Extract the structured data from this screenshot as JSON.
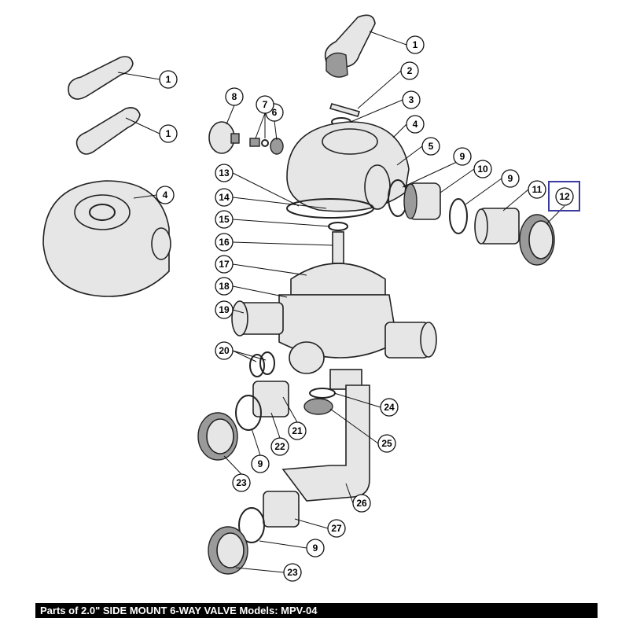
{
  "caption": "Parts of 2.0\" SIDE MOUNT 6-WAY VALVE Models: MPV-04",
  "highlight_color": "#3a3aa0",
  "callouts": {
    "c1a": "1",
    "c2": "2",
    "c3": "3",
    "c4a": "4",
    "c5": "5",
    "c6": "6",
    "c7": "7",
    "c8": "8",
    "c9a": "9",
    "c10": "10",
    "c9b": "9",
    "c11": "11",
    "c12": "12",
    "c1b": "1",
    "c1c": "1",
    "c4b": "4",
    "c13": "13",
    "c14": "14",
    "c15": "15",
    "c16": "16",
    "c17": "17",
    "c18": "18",
    "c19": "19",
    "c20": "20",
    "c21": "21",
    "c22": "22",
    "c9c": "9",
    "c23a": "23",
    "c24": "24",
    "c25": "25",
    "c26": "26",
    "c27": "27",
    "c9d": "9",
    "c23b": "23"
  }
}
